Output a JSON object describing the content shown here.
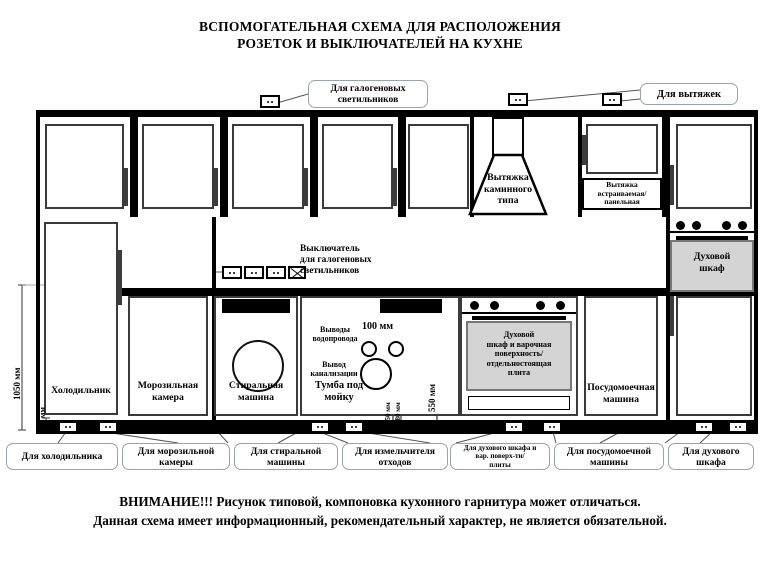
{
  "title": {
    "line1": "ВСПОМОГАТЕЛЬНАЯ  СХЕМА ДЛЯ  РАСПОЛОЖЕНИЯ",
    "line2": "РОЗЕТОК И ВЫКЛЮЧАТЕЛЕЙ НА КУХНЕ"
  },
  "footer": {
    "line1": "ВНИМАНИЕ!!! Рисунок типовой, компоновка кухонного гарнитура может отличаться.",
    "line2": "Данная схема имеет информационный, рекомендательный характер, не является  обязательной."
  },
  "top_callouts": [
    {
      "id": "halogen",
      "text": "Для галогеновых\nсветильников"
    },
    {
      "id": "hoods",
      "text": "Для вытяжек"
    }
  ],
  "switch_callout": {
    "text": "Выключатель\nдля галогеновых\nсветильников"
  },
  "furniture": {
    "hood_chimney": "Вытяжка\nкаминного\nтипа",
    "hood_builtin": "Вытяжка\nвстраиваемая/\nпанельная",
    "oven_upper": "Духовой\nшкаф",
    "fridge": "Холодильник",
    "freezer": "Морозильная\nкамера",
    "washer": "Стиральная\nмашина",
    "sink_cabinet": "Тумба под\nмойку",
    "oven_hob": "Духовой\nшкаф и варочная\nповерхность/\nотдельностоящая\nплита",
    "dishwasher": "Посудомоечная\nмашина"
  },
  "plumbing": {
    "water_outlets": "Выводы\nводопровода",
    "sewer_outlet": "Вывод\nканализации"
  },
  "dimensions": {
    "height_1050": "1050 мм",
    "height_100": "100 мм",
    "width_100": "100 мм",
    "height_550": "550 мм",
    "height_450": "450 мм",
    "height_280": "280 мм"
  },
  "bottom_callouts": [
    {
      "id": "fridge",
      "text": "Для холодильника"
    },
    {
      "id": "freezer",
      "text": "Для морозильной\nкамеры"
    },
    {
      "id": "washer",
      "text": "Для стиральной\nмашины"
    },
    {
      "id": "disposer",
      "text": "Для измельчителя\nотходов"
    },
    {
      "id": "oven-hob",
      "text": "Для духового шкафа и\nвар. поверх-ти/\nплиты"
    },
    {
      "id": "dishwasher",
      "text": "Для посудомоечной\nмашины"
    },
    {
      "id": "oven",
      "text": "Для духового\nшкафа"
    }
  ],
  "icons": {
    "socket": "socket-icon",
    "switch": "switch-icon"
  },
  "colors": {
    "line": "#000000",
    "callout_border": "#9aa3a8",
    "appliance_fill": "#d4d4d4"
  }
}
